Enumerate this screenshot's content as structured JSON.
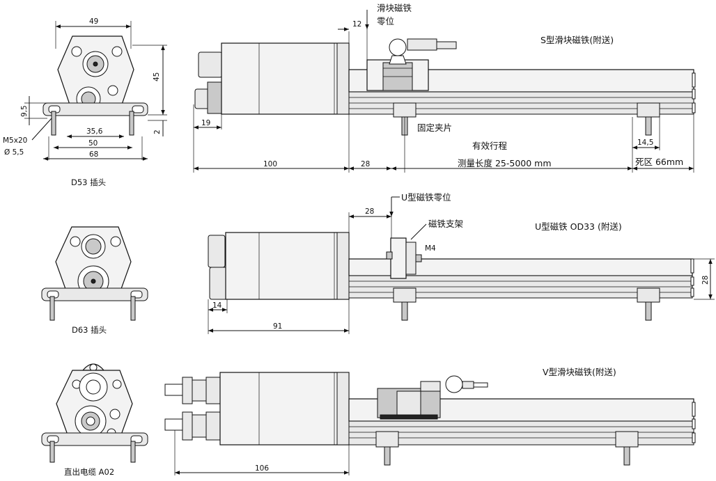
{
  "top": {
    "dims": {
      "width49": "49",
      "height45": "45",
      "d95": "9,5",
      "d2": "2",
      "d356": "35,6",
      "d50": "50",
      "d68": "68",
      "screw": "M5x20",
      "hole": "Ø 5,5",
      "d19": "19",
      "d100": "100",
      "d28": "28",
      "d12": "12",
      "d145": "14,5"
    },
    "labels": {
      "slider_zero": "滑块磁铁",
      "slider_zero2": "零位",
      "s_magnet": "S型滑块磁铁(附送)",
      "clip": "固定夹片",
      "stroke": "有效行程",
      "measure": "测量长度 25-5000 mm",
      "dead": "死区 66mm",
      "plug": "D53 插头"
    }
  },
  "middle": {
    "dims": {
      "d28": "28",
      "d14": "14",
      "d91": "91",
      "d28r": "28",
      "m4": "M4"
    },
    "labels": {
      "u_zero": "U型磁铁零位",
      "bracket": "磁铁支架",
      "u_magnet": "U型磁铁 OD33 (附送)",
      "plug": "D63 插头"
    }
  },
  "bottom": {
    "dims": {
      "d106": "106"
    },
    "labels": {
      "v_magnet": "V型滑块磁铁(附送)",
      "cable": "直出电缆 A02"
    }
  }
}
